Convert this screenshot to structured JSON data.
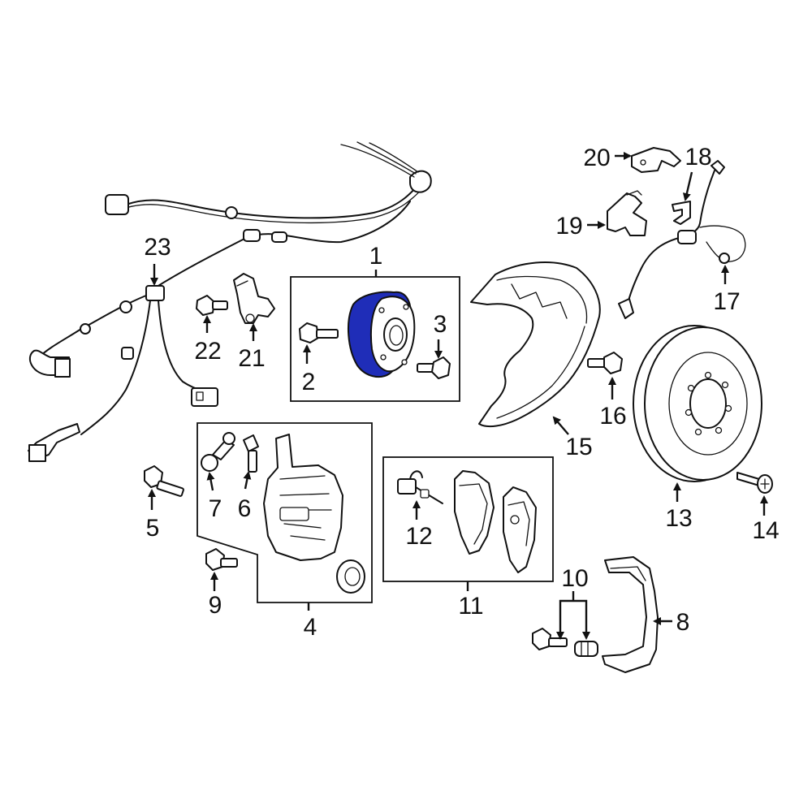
{
  "highlight_color": "#1f2db8",
  "callouts": {
    "c1": "1",
    "c2": "2",
    "c3": "3",
    "c4": "4",
    "c5": "5",
    "c6": "6",
    "c7": "7",
    "c8": "8",
    "c9": "9",
    "c10": "10",
    "c11": "11",
    "c12": "12",
    "c13": "13",
    "c14": "14",
    "c15": "15",
    "c16": "16",
    "c17": "17",
    "c18": "18",
    "c19": "19",
    "c20": "20",
    "c21": "21",
    "c22": "22",
    "c23": "23"
  }
}
